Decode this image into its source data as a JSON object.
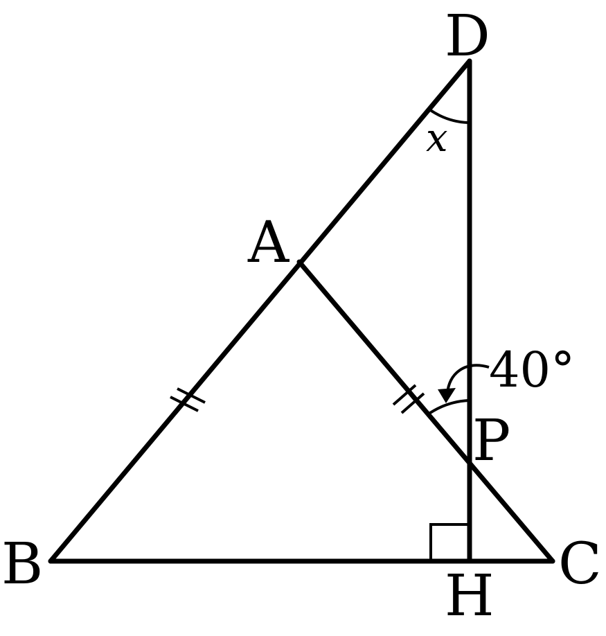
{
  "points": {
    "A": "A",
    "B": "B",
    "C": "C",
    "D": "D",
    "H": "H",
    "P": "P"
  },
  "angles": {
    "x": "x",
    "given": "40°"
  },
  "colors": {
    "stroke": "#000000",
    "background": "#ffffff"
  }
}
